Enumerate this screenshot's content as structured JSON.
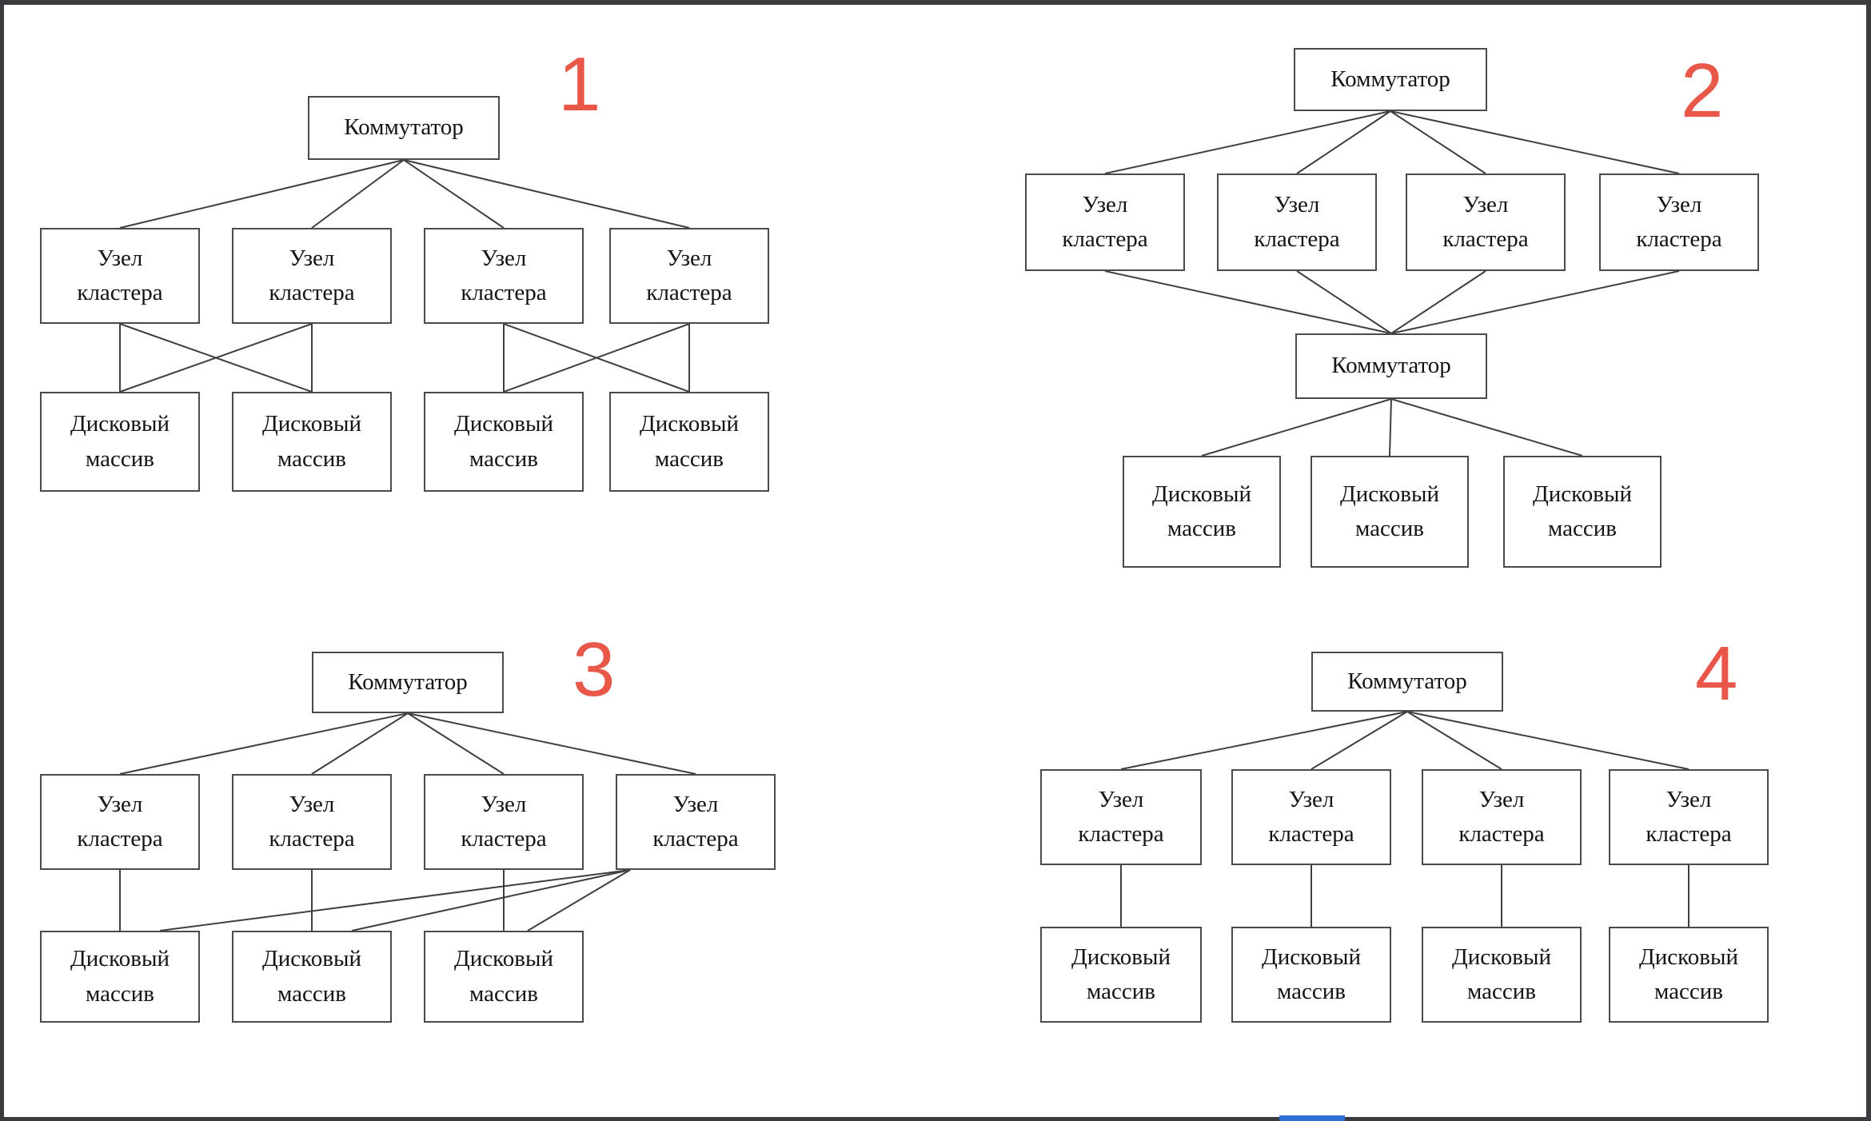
{
  "page": {
    "background": "#ffffff",
    "frame_color": "#3b3b3f",
    "frame_accent_color": "#2e6fd4",
    "diagram_line_color": "#3f3f3f",
    "box_border_color": "#4a4a4a",
    "box_text_color": "#141414",
    "number_color": "#e85748"
  },
  "labels": {
    "switch": [
      "Коммутатор"
    ],
    "cluster_node": [
      "Узел",
      "кластера"
    ],
    "disk_array": [
      "Дисковый",
      "массив"
    ]
  },
  "diagrams": [
    {
      "number": "1",
      "nodes": [
        {
          "id": "sw",
          "type": "switch"
        },
        {
          "id": "n1",
          "type": "cluster_node"
        },
        {
          "id": "n2",
          "type": "cluster_node"
        },
        {
          "id": "n3",
          "type": "cluster_node"
        },
        {
          "id": "n4",
          "type": "cluster_node"
        },
        {
          "id": "d1",
          "type": "disk_array"
        },
        {
          "id": "d2",
          "type": "disk_array"
        },
        {
          "id": "d3",
          "type": "disk_array"
        },
        {
          "id": "d4",
          "type": "disk_array"
        }
      ],
      "edges": [
        [
          "sw",
          "n1"
        ],
        [
          "sw",
          "n2"
        ],
        [
          "sw",
          "n3"
        ],
        [
          "sw",
          "n4"
        ],
        [
          "n1",
          "d1"
        ],
        [
          "n1",
          "d2"
        ],
        [
          "n2",
          "d1"
        ],
        [
          "n2",
          "d2"
        ],
        [
          "n3",
          "d3"
        ],
        [
          "n3",
          "d4"
        ],
        [
          "n4",
          "d3"
        ],
        [
          "n4",
          "d4"
        ]
      ]
    },
    {
      "number": "2",
      "nodes": [
        {
          "id": "sw1",
          "type": "switch"
        },
        {
          "id": "n1",
          "type": "cluster_node"
        },
        {
          "id": "n2",
          "type": "cluster_node"
        },
        {
          "id": "n3",
          "type": "cluster_node"
        },
        {
          "id": "n4",
          "type": "cluster_node"
        },
        {
          "id": "sw2",
          "type": "switch"
        },
        {
          "id": "d1",
          "type": "disk_array"
        },
        {
          "id": "d2",
          "type": "disk_array"
        },
        {
          "id": "d3",
          "type": "disk_array"
        }
      ],
      "edges": [
        [
          "sw1",
          "n1"
        ],
        [
          "sw1",
          "n2"
        ],
        [
          "sw1",
          "n3"
        ],
        [
          "sw1",
          "n4"
        ],
        [
          "n1",
          "sw2"
        ],
        [
          "n2",
          "sw2"
        ],
        [
          "n3",
          "sw2"
        ],
        [
          "n4",
          "sw2"
        ],
        [
          "sw2",
          "d1"
        ],
        [
          "sw2",
          "d2"
        ],
        [
          "sw2",
          "d3"
        ]
      ]
    },
    {
      "number": "3",
      "nodes": [
        {
          "id": "sw",
          "type": "switch"
        },
        {
          "id": "n1",
          "type": "cluster_node"
        },
        {
          "id": "n2",
          "type": "cluster_node"
        },
        {
          "id": "n3",
          "type": "cluster_node"
        },
        {
          "id": "n4",
          "type": "cluster_node"
        },
        {
          "id": "d1",
          "type": "disk_array"
        },
        {
          "id": "d2",
          "type": "disk_array"
        },
        {
          "id": "d3",
          "type": "disk_array"
        }
      ],
      "edges": [
        [
          "sw",
          "n1"
        ],
        [
          "sw",
          "n2"
        ],
        [
          "sw",
          "n3"
        ],
        [
          "sw",
          "n4"
        ],
        [
          "n1",
          "d1"
        ],
        [
          "n2",
          "d2"
        ],
        [
          "n3",
          "d3"
        ],
        [
          "n4",
          "d1"
        ],
        [
          "n4",
          "d2"
        ],
        [
          "n4",
          "d3"
        ]
      ]
    },
    {
      "number": "4",
      "nodes": [
        {
          "id": "sw",
          "type": "switch"
        },
        {
          "id": "n1",
          "type": "cluster_node"
        },
        {
          "id": "n2",
          "type": "cluster_node"
        },
        {
          "id": "n3",
          "type": "cluster_node"
        },
        {
          "id": "n4",
          "type": "cluster_node"
        },
        {
          "id": "d1",
          "type": "disk_array"
        },
        {
          "id": "d2",
          "type": "disk_array"
        },
        {
          "id": "d3",
          "type": "disk_array"
        },
        {
          "id": "d4",
          "type": "disk_array"
        }
      ],
      "edges": [
        [
          "sw",
          "n1"
        ],
        [
          "sw",
          "n2"
        ],
        [
          "sw",
          "n3"
        ],
        [
          "sw",
          "n4"
        ],
        [
          "n1",
          "d1"
        ],
        [
          "n2",
          "d2"
        ],
        [
          "n3",
          "d3"
        ],
        [
          "n4",
          "d4"
        ]
      ]
    }
  ]
}
